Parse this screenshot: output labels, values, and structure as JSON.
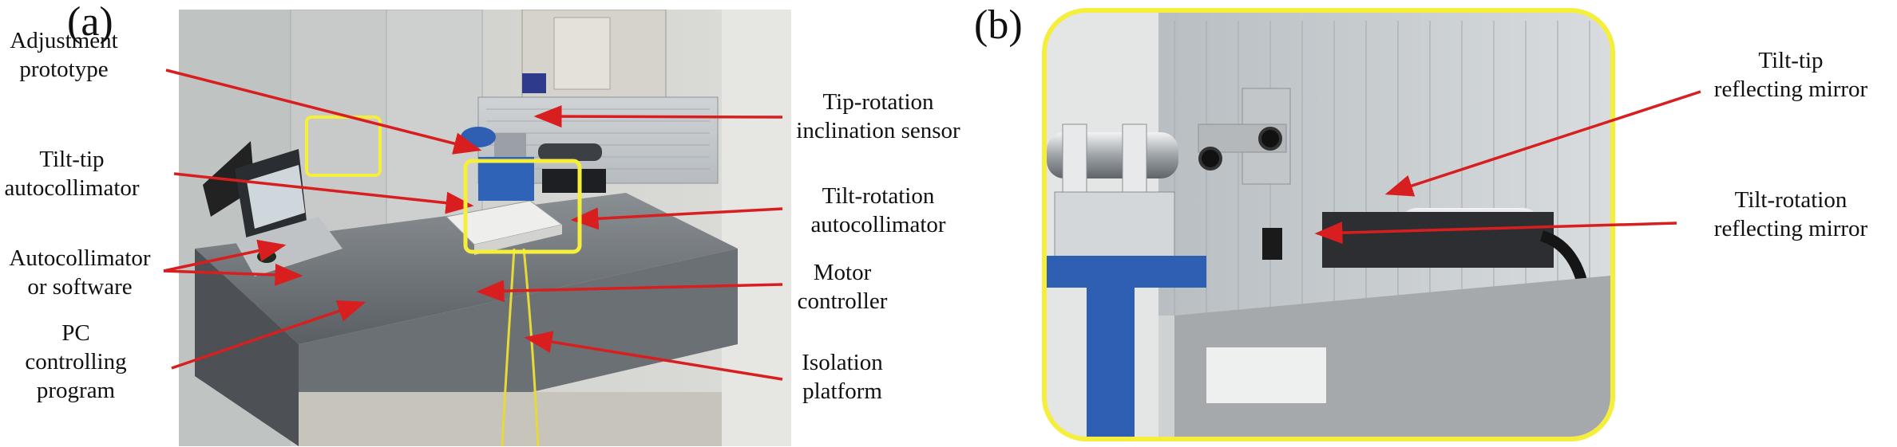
{
  "panel_a": {
    "letter": "(a)",
    "labels": {
      "adjustment_prototype": [
        "Adjustment",
        "prototype"
      ],
      "tilt_tip_autocollimator": [
        "Tilt-tip",
        "autocollimator"
      ],
      "autocollimator_software": [
        "Autocollimator",
        "or software"
      ],
      "pc_controlling_program": [
        "PC",
        "controlling",
        "program"
      ],
      "tip_rotation_inclination_sensor": [
        "Tip-rotation",
        "inclination sensor"
      ],
      "tilt_rotation_autocollimator": [
        "Tilt-rotation",
        "autocollimator"
      ],
      "motor_controller": [
        "Motor",
        "controller"
      ],
      "isolation_platform": [
        "Isolation",
        "platform"
      ]
    }
  },
  "panel_b": {
    "letter": "(b)",
    "labels": {
      "tilt_tip_reflecting_mirror": [
        "Tilt-tip",
        "reflecting mirror"
      ],
      "tilt_rotation_reflecting_mirror": [
        "Tilt-rotation",
        "reflecting mirror"
      ]
    }
  },
  "colors": {
    "arrow": "#d81e1e",
    "highlight": "#f5ee3a"
  }
}
